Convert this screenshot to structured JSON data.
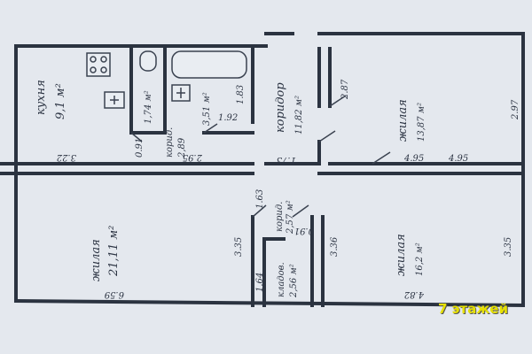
{
  "rooms": {
    "kitchen": {
      "name": "кухня",
      "area": "9,1 м²"
    },
    "bathroom": {
      "area": "1,74 м²"
    },
    "bath2": {
      "area": "3,51 м²",
      "dim_a": "1.83",
      "dim_b": "1.92"
    },
    "corridor_small": {
      "name": "корид.",
      "area": "2,89"
    },
    "corridor": {
      "name": "коридор",
      "area": "11,82 м²"
    },
    "room_top_right": {
      "name": "жилая",
      "area": "13,87 м²"
    },
    "room_left": {
      "name": "жилая",
      "area": "21,11 м²"
    },
    "room_bottom_right": {
      "name": "жилая",
      "area": "16,2 м²"
    },
    "corridor_mid": {
      "name": "корид.",
      "area": "2,57 м²"
    },
    "closet": {
      "name": "кладов.",
      "area": "2,56 м²"
    }
  },
  "dimensions": {
    "d287": "2.87",
    "d297": "2.97",
    "d322": "3.22",
    "d295": "2.95",
    "d091a": "0.91",
    "d091b": "0.91",
    "d173": "1.73",
    "d495a": "4.95",
    "d495b": "4.95",
    "d163": "1.63",
    "d335a": "3.35",
    "d336": "3.36",
    "d335b": "3.35",
    "d164": "1.64",
    "d659": "6.59",
    "d482": "4.82"
  },
  "overlay": {
    "floors_label": "7 этажей"
  }
}
